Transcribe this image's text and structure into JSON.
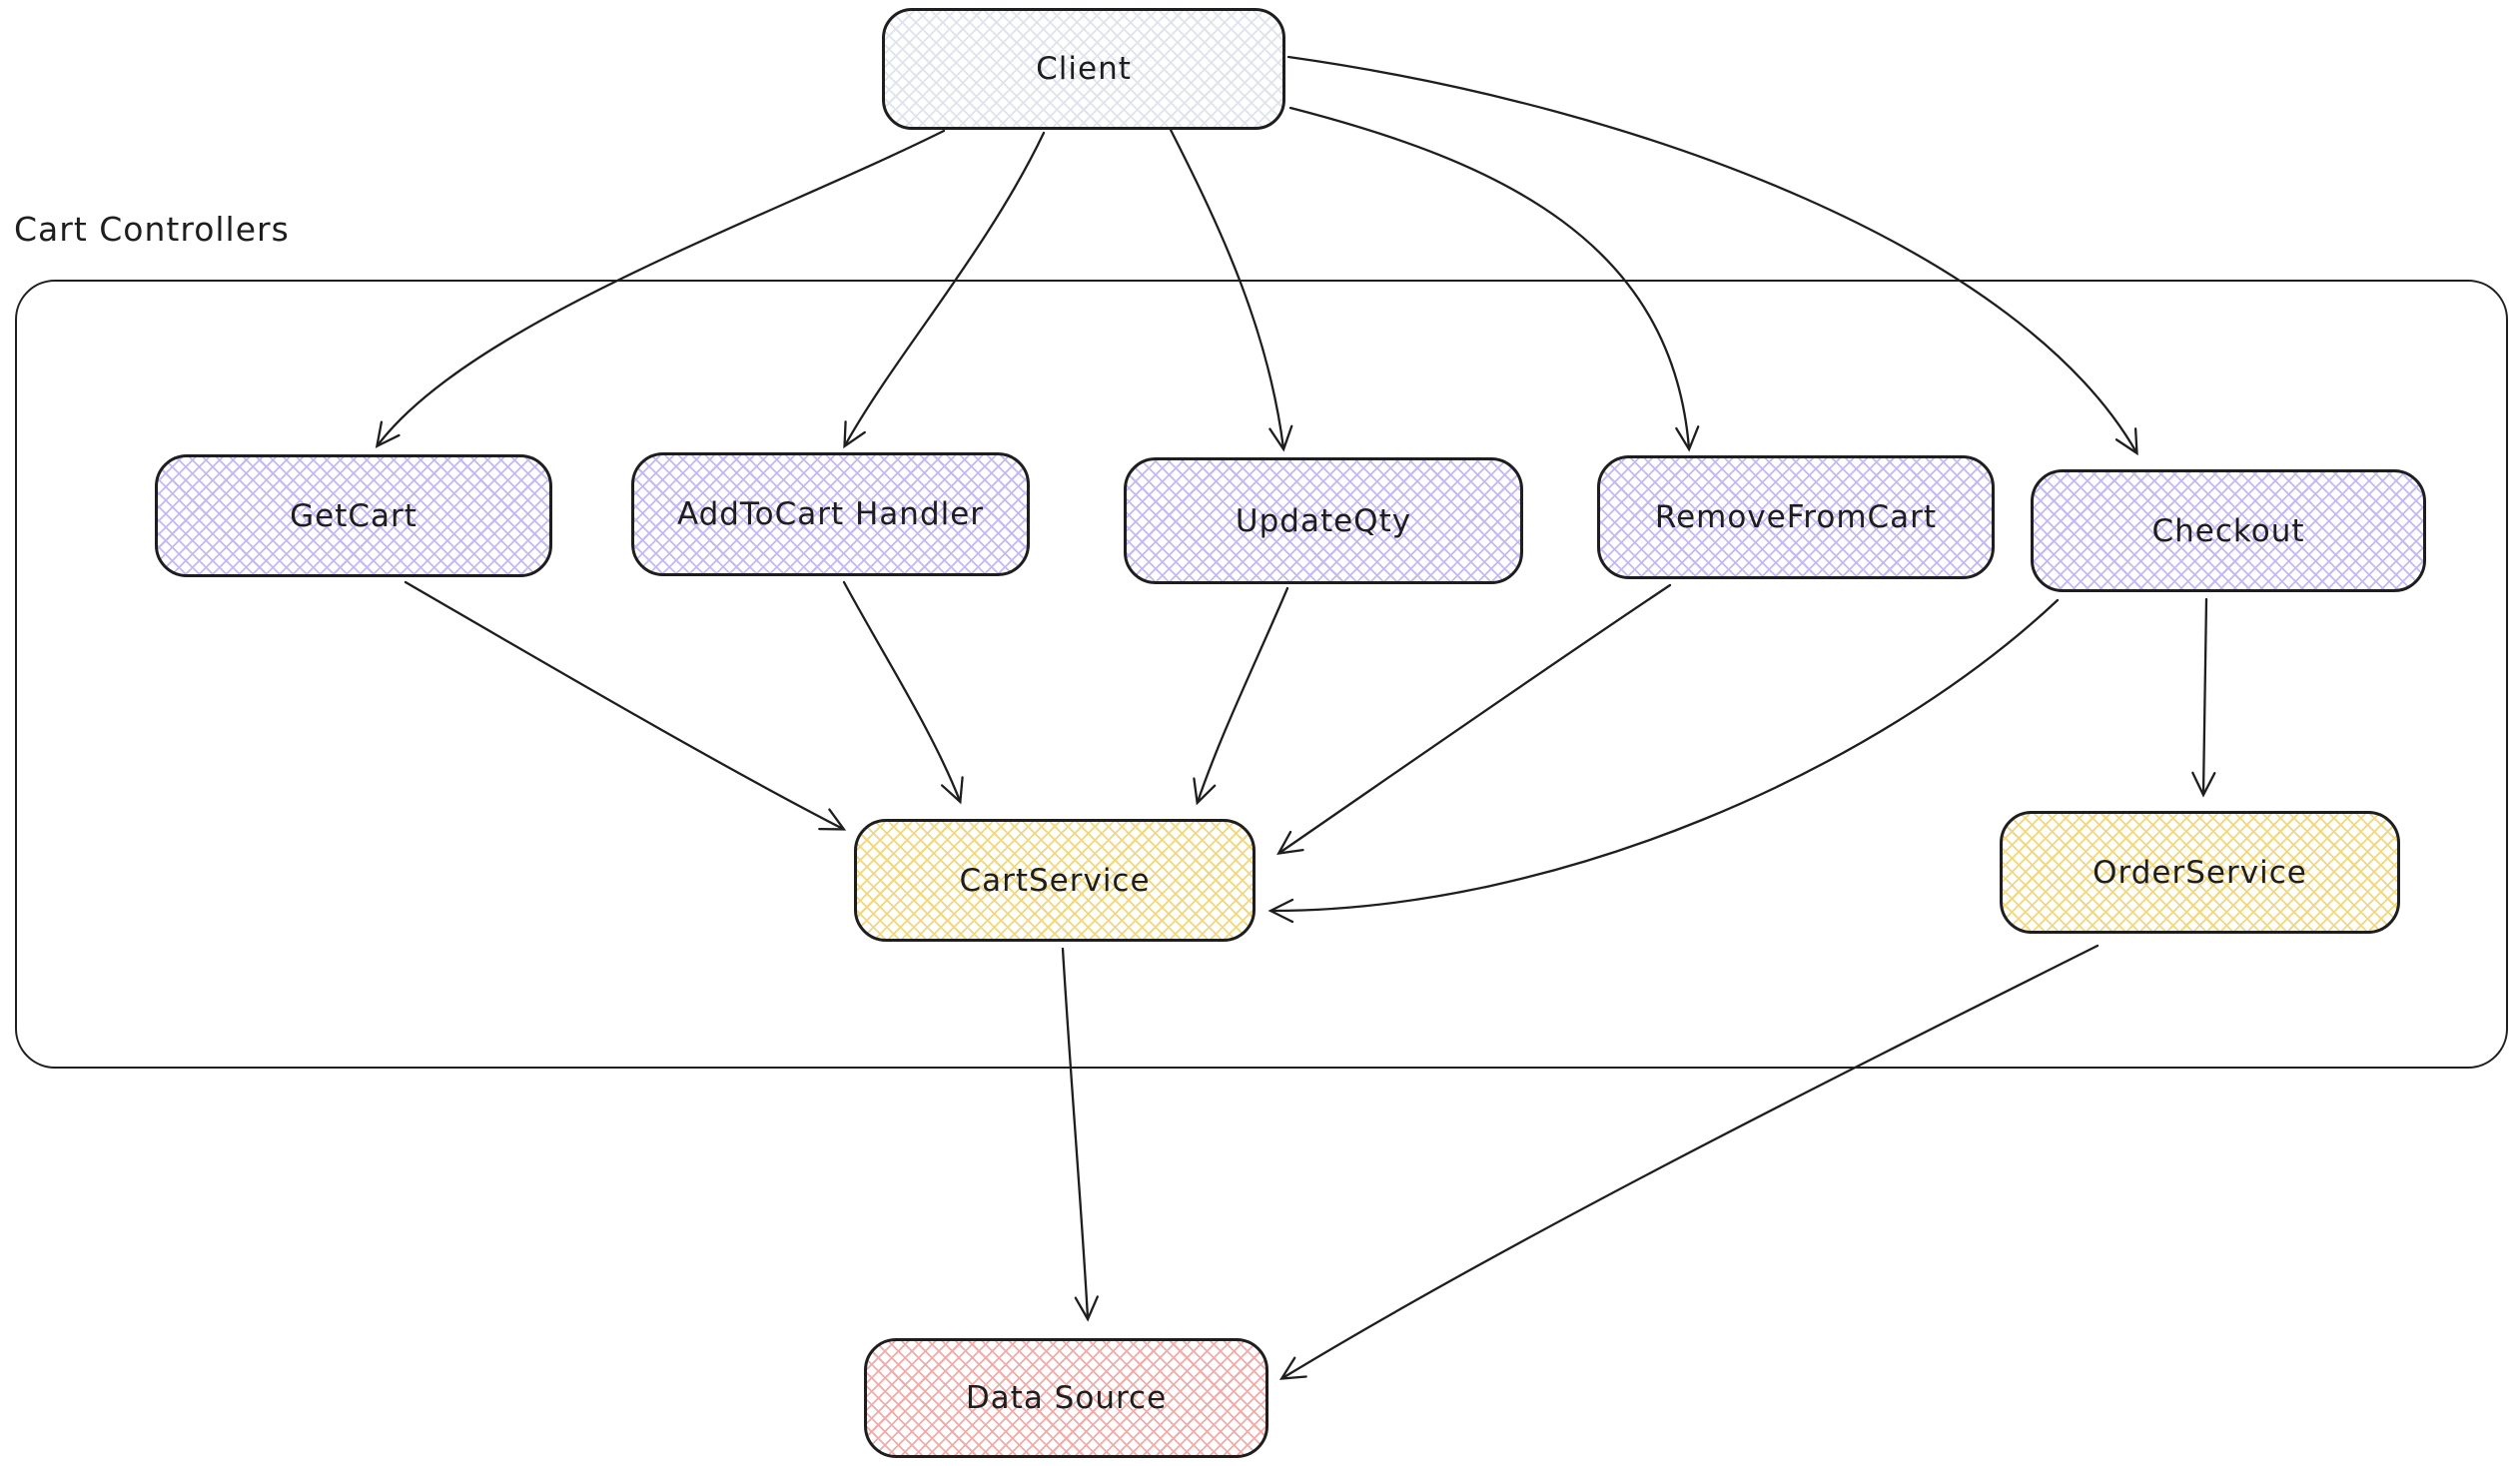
{
  "diagram": {
    "background_color": "#ffffff",
    "stroke_color": "#1e1e1e",
    "group": {
      "label": "Cart Controllers"
    },
    "nodes": {
      "client": {
        "label": "Client",
        "hatch_color": "#dfe3eb"
      },
      "get_cart": {
        "label": "GetCart",
        "hatch_color": "#c6b8f4"
      },
      "add_to_cart_handler": {
        "label": "AddToCart Handler",
        "hatch_color": "#c6b8f4"
      },
      "update_qty": {
        "label": "UpdateQty",
        "hatch_color": "#c6b8f4"
      },
      "remove_from_cart": {
        "label": "RemoveFromCart",
        "hatch_color": "#c6b8f4"
      },
      "checkout": {
        "label": "Checkout",
        "hatch_color": "#c6b8f4"
      },
      "cart_service": {
        "label": "CartService",
        "hatch_color": "#f1d77d"
      },
      "order_service": {
        "label": "OrderService",
        "hatch_color": "#f1d77d"
      },
      "data_source": {
        "label": "Data Source",
        "hatch_color": "#f1aca9"
      }
    },
    "edges": [
      {
        "from": "Client",
        "to": "GetCart"
      },
      {
        "from": "Client",
        "to": "AddToCart Handler"
      },
      {
        "from": "Client",
        "to": "UpdateQty"
      },
      {
        "from": "Client",
        "to": "RemoveFromCart"
      },
      {
        "from": "Client",
        "to": "Checkout"
      },
      {
        "from": "GetCart",
        "to": "CartService"
      },
      {
        "from": "AddToCart Handler",
        "to": "CartService"
      },
      {
        "from": "UpdateQty",
        "to": "CartService"
      },
      {
        "from": "RemoveFromCart",
        "to": "CartService"
      },
      {
        "from": "Checkout",
        "to": "CartService"
      },
      {
        "from": "Checkout",
        "to": "OrderService"
      },
      {
        "from": "CartService",
        "to": "Data Source"
      },
      {
        "from": "OrderService",
        "to": "Data Source"
      }
    ]
  }
}
